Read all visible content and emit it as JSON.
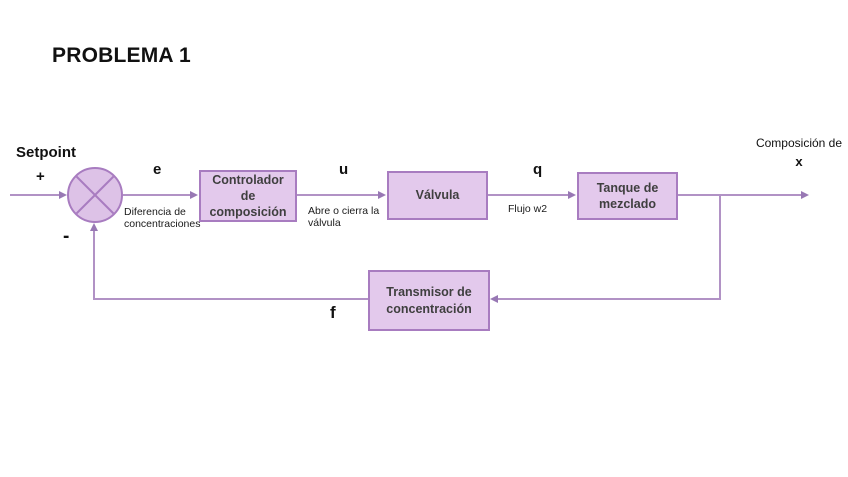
{
  "title": "PROBLEMA 1",
  "colors": {
    "box_fill": "#e3c9ec",
    "box_border": "#a87cc0",
    "line": "#b192c5",
    "block_text": "#3f3f3f"
  },
  "diagram": {
    "setpoint": "Setpoint",
    "plus": "+",
    "minus": "-",
    "blocks": {
      "controller": "Controlador de composición",
      "valve": "Válvula",
      "tank": "Tanque de mezclado",
      "transmitter": "Transmisor de concentración"
    },
    "signals": {
      "e": "e",
      "e_description": "Diferencia de concentraciones",
      "u": "u",
      "u_description": "Abre o cierra la válvula",
      "q": "q",
      "q_description": "Flujo w2",
      "f": "f",
      "output_line1": "Composición de",
      "output_line2": "x"
    }
  }
}
